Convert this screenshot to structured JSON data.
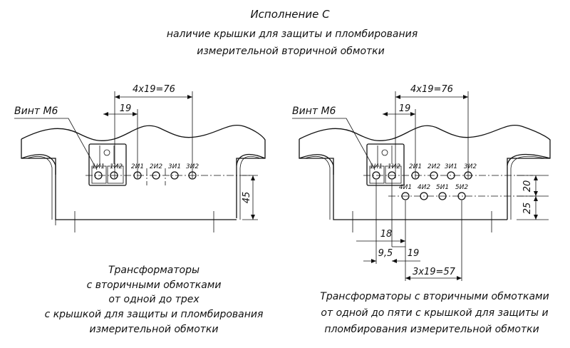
{
  "header": {
    "title": "Исполнение С",
    "subtitle_line1": "наличие крышки для защиты и пломбирования",
    "subtitle_line2": "измерительной вторичной обмотки"
  },
  "left_view": {
    "screw_label": "Винт М6",
    "dim_total": "4х19=76",
    "dim_pitch": "19",
    "dim_height": "45",
    "terminals": [
      "1И1",
      "1И2",
      "2И1",
      "2И2",
      "3И1",
      "3И2"
    ],
    "caption": [
      "Трансформаторы",
      "с вторичными обмотками",
      "от одной до трех",
      "с крышкой для защиты и пломбирования",
      "измерительной обмотки"
    ]
  },
  "right_view": {
    "screw_label": "Винт М6",
    "dim_total": "4х19=76",
    "dim_pitch": "19",
    "dim_20": "20",
    "dim_25": "25",
    "dim_18": "18",
    "dim_9_5": "9,5",
    "dim_19_bottom": "19",
    "dim_bottom_total": "3х19=57",
    "terminals_top": [
      "1И1",
      "1И2",
      "2И1",
      "2И2",
      "3И1",
      "3И2"
    ],
    "terminals_bottom": [
      "4И1",
      "4И2",
      "5И1",
      "5И2"
    ],
    "caption": [
      "Трансформаторы с вторичными обмотками",
      "от одной до пяти с крышкой для защиты и",
      "пломбирования измерительной обмотки"
    ]
  }
}
